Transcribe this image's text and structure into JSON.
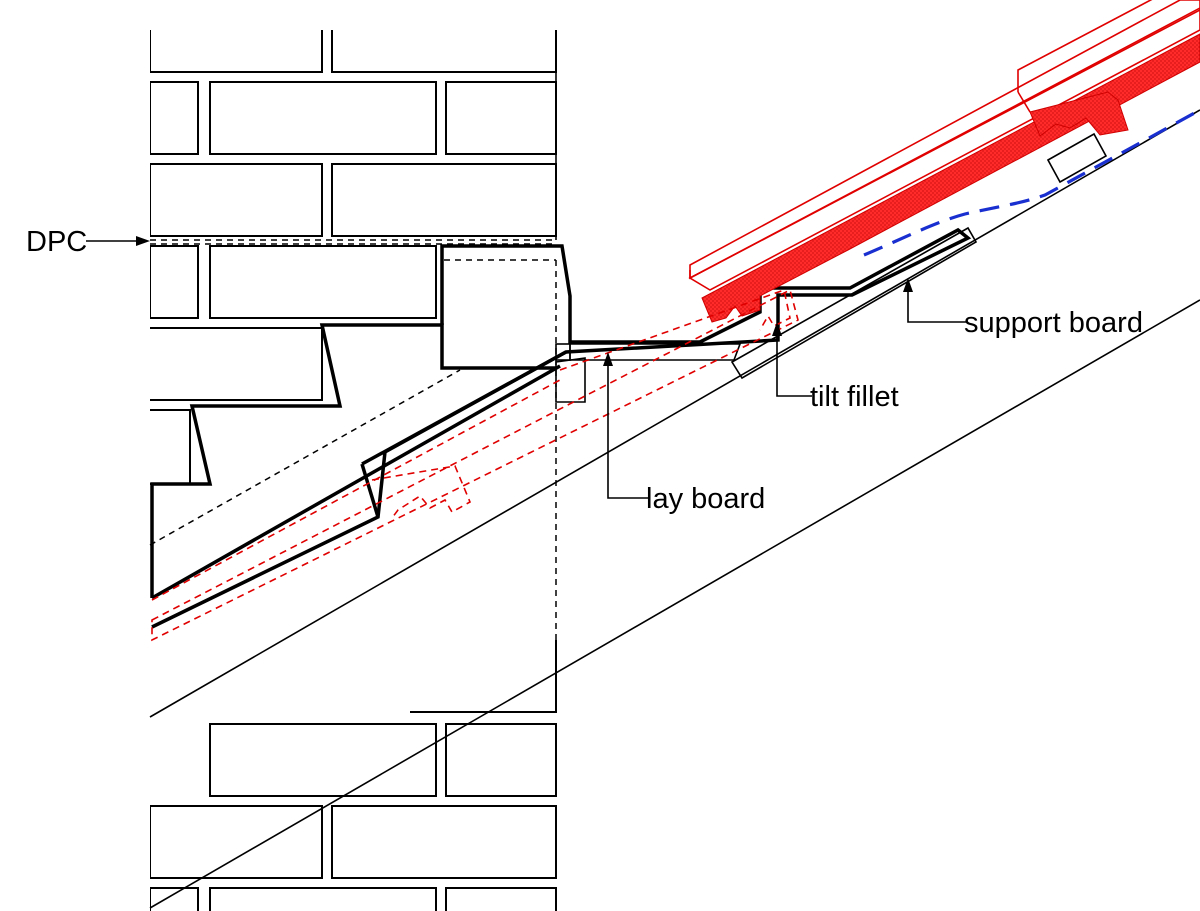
{
  "labels": {
    "dpc": "DPC",
    "lay_board": "lay board",
    "tilt_fillet": "tilt fillet",
    "support_board": "support board"
  },
  "colors": {
    "line": "#000000",
    "tile": "#e00000",
    "membrane": "#1a2fd0"
  }
}
